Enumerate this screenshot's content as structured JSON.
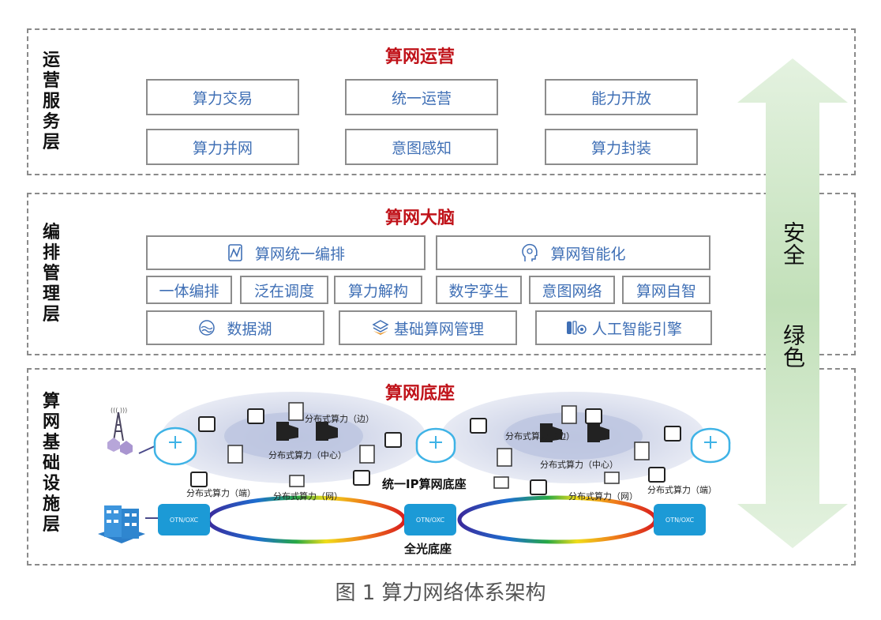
{
  "caption": "图 1 算力网络体系架构",
  "security_arrow": {
    "line1": "安全",
    "line2": "绿色",
    "color": "#cfe8c8"
  },
  "layers": [
    {
      "side_label": "运营服务层",
      "title": "算网运营",
      "boxes": [
        "算力交易",
        "统一运营",
        "能力开放",
        "算力并网",
        "意图感知",
        "算力封装"
      ]
    },
    {
      "side_label": "编排管理层",
      "title": "算网大脑",
      "top_row": [
        {
          "icon": "orchestration-chart-icon",
          "label": "算网统一编排"
        },
        {
          "icon": "ai-head-icon",
          "label": "算网智能化"
        }
      ],
      "mid_row": [
        "一体编排",
        "泛在调度",
        "算力解构",
        "数字孪生",
        "意图网络",
        "算网自智"
      ],
      "bottom_row": [
        {
          "icon": "data-lake-icon",
          "label": "数据湖"
        },
        {
          "icon": "layers-icon",
          "label": "基础算网管理"
        },
        {
          "icon": "ai-engine-icon",
          "label": "人工智能引擎"
        }
      ]
    },
    {
      "side_label": "算网基础设施层",
      "title": "算网底座",
      "ip_base_label": "统一IP算网底座",
      "optical_base_label": "全光底座",
      "otn_label": "OTN/OXC",
      "left_cluster": {
        "edge": "分布式算力（边）",
        "center": "分布式算力（中心）",
        "end": "分布式算力（端）",
        "net": "分布式算力（网）"
      },
      "right_cluster": {
        "edge": "分布式算力（边）",
        "center": "分布式算力（中心）",
        "end": "分布式算力（端）",
        "net": "分布式算力（网）"
      }
    }
  ]
}
